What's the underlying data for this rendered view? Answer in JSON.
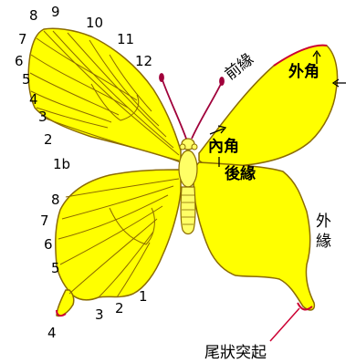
{
  "diagram": {
    "vein_numbers_left_forewing": [
      "8",
      "9",
      "10",
      "11",
      "12",
      "7",
      "6",
      "5",
      "4",
      "3",
      "2",
      "1b"
    ],
    "vein_numbers_left_hindwing": [
      "8",
      "7",
      "6",
      "5",
      "4",
      "3",
      "2",
      "1"
    ],
    "labels": {
      "costa": "前緣",
      "apex": "外角",
      "inner_angle": "內角",
      "inner_margin": "後緣",
      "outer_margin_1": "外",
      "outer_margin_2": "緣",
      "tail": "尾狀突起"
    },
    "colors": {
      "wing_fill": "#ffff00",
      "wing_outline": "#8b6b00",
      "body_fill": "#ffff66",
      "edge_red": "#cc0033",
      "antenna": "#a0003a",
      "text": "#000000"
    }
  }
}
